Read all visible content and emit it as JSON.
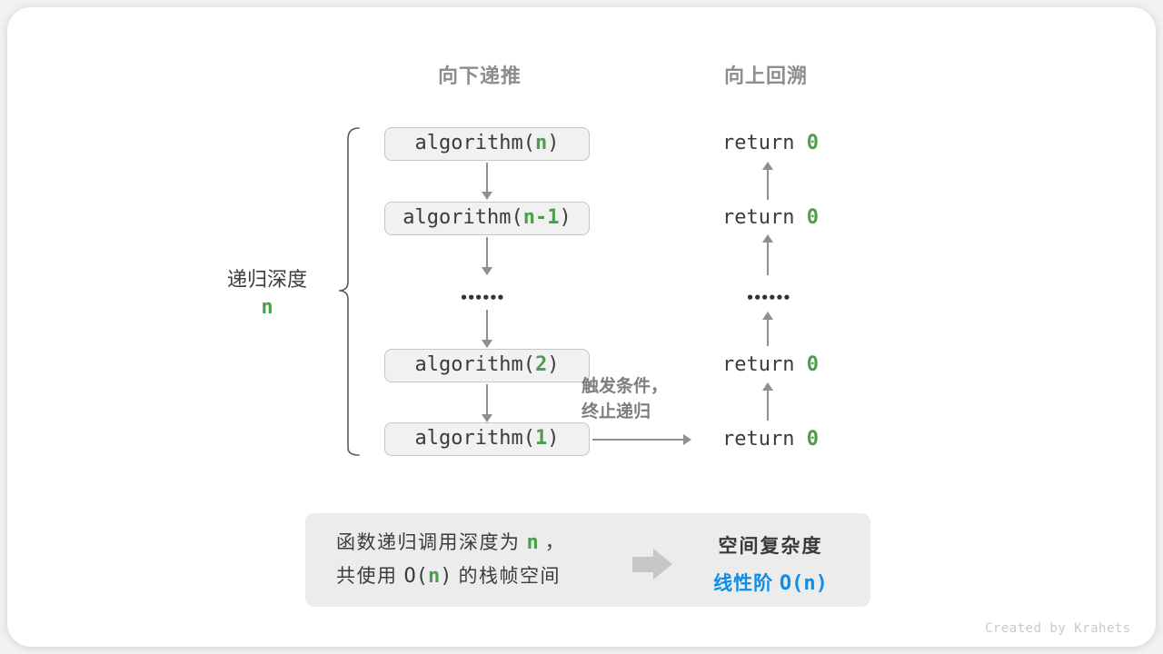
{
  "header": {
    "recurse_down": "向下递推",
    "backtrack_up": "向上回溯"
  },
  "depth": {
    "label": "递归深度",
    "variable": "n"
  },
  "stack": {
    "calls": [
      {
        "name": "algorithm(",
        "arg": "n",
        "close": ")"
      },
      {
        "name": "algorithm(",
        "arg": "n-1",
        "close": ")"
      },
      {
        "name": "algorithm(",
        "arg": "2",
        "close": ")"
      },
      {
        "name": "algorithm(",
        "arg": "1",
        "close": ")"
      }
    ],
    "returns": [
      {
        "keyword": "return ",
        "value": "0"
      },
      {
        "keyword": "return ",
        "value": "0"
      },
      {
        "keyword": "return ",
        "value": "0"
      },
      {
        "keyword": "return ",
        "value": "0"
      }
    ],
    "ellipsis": "••••••"
  },
  "trigger": {
    "line1": "触发条件，",
    "line2": "终止递归"
  },
  "summary": {
    "line1": {
      "pre": "函数递归调用深度为",
      "var": "n",
      "post": "，"
    },
    "line2": {
      "pre": "共使用",
      "o_open": "O(",
      "var": "n",
      "o_close": ")",
      "post": "的栈帧空间"
    },
    "result": {
      "title": "空间复杂度",
      "label": "线性阶 ",
      "complexity": "O(n)"
    }
  },
  "credit": "Created by Krahets",
  "colors": {
    "green": "#4c9e4f",
    "blue": "#0d8de4",
    "header_gray": "#8d8d8d",
    "code_text": "#3b3b3b",
    "arrow_gray": "#8f8f8f",
    "box_bg": "#f1f1f1",
    "box_border": "#c5c5c5",
    "summary_bg": "#ececec"
  }
}
